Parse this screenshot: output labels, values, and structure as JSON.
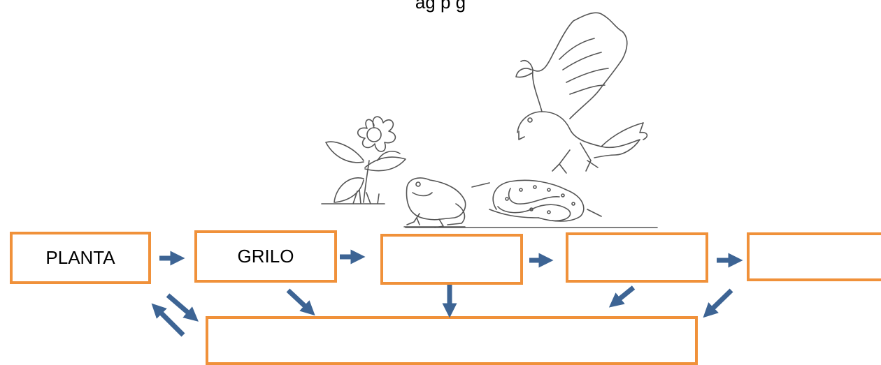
{
  "header": {
    "text": "ag                                                              p                         g"
  },
  "boxes": [
    {
      "id": "planta",
      "label": "PLANTA"
    },
    {
      "id": "grilo",
      "label": "GRILO"
    },
    {
      "id": "sapo",
      "label": ""
    },
    {
      "id": "cobra",
      "label": ""
    },
    {
      "id": "gaviao",
      "label": ""
    },
    {
      "id": "decompositores",
      "label": ""
    }
  ],
  "colors": {
    "box_border": "#f0913a",
    "arrow": "#3d6494",
    "drawing": "#555555"
  },
  "illustration": {
    "icons": [
      "flower-icon",
      "frog-icon",
      "snake-icon",
      "hawk-icon"
    ]
  }
}
